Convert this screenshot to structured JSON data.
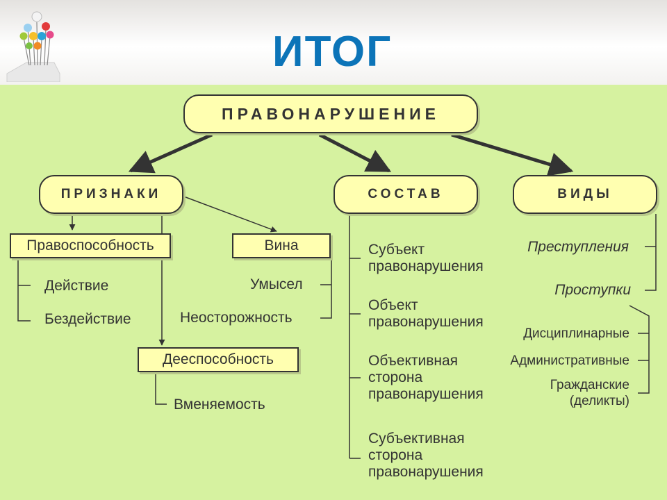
{
  "title": "ИТОГ",
  "root": "ПРАВОНАРУШЕНИЕ",
  "branches": {
    "priznaki": "ПРИЗНАКИ",
    "sostav": "СОСТАВ",
    "vidy": "ВИДЫ"
  },
  "priznaki": {
    "pravosposobnost": "Правоспособность",
    "deistvie": "Действие",
    "bezdeistvie": "Бездействие",
    "deesposobnost": "Дееспособность",
    "vmenyaemost": "Вменяемость",
    "vina": "Вина",
    "umysel": "Умысел",
    "neostorozhnost": "Неосторожность"
  },
  "sostav": {
    "items": [
      "Субъект\nправонарушения",
      "Объект\nправонарушения",
      "Объективная\nсторона\nправонарушения",
      "Субъективная\nсторона\nправонарушения"
    ]
  },
  "vidy": {
    "prestupleniya": "Преступления",
    "prostupki": "Проступки",
    "disciplinarnye": "Дисциплинарные",
    "administrativnye": "Административные",
    "grazhdanskie": "Гражданские\n(деликты)"
  },
  "colors": {
    "title": "#0c74b8",
    "panel": "#d6f2a0",
    "node_fill": "#ffffb0",
    "line": "#333333"
  }
}
